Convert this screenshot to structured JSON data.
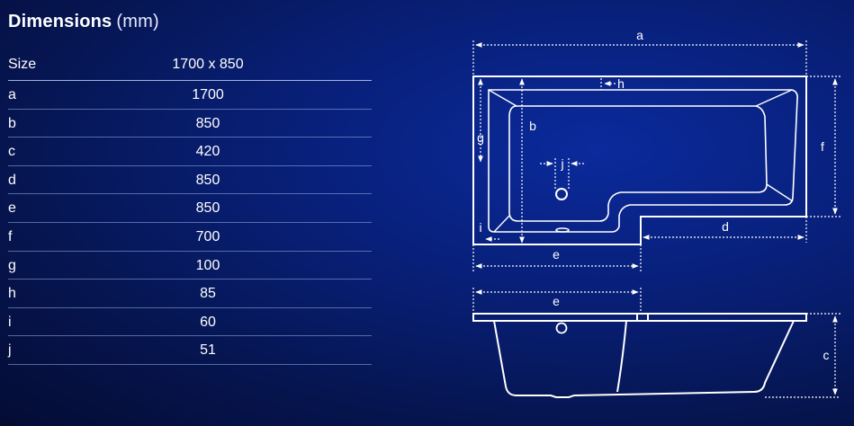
{
  "title": {
    "main": "Dimensions",
    "unit": "(mm)"
  },
  "table": {
    "header": {
      "key": "Size",
      "value": "1700 x 850"
    },
    "rows": [
      {
        "key": "a",
        "value": "1700"
      },
      {
        "key": "b",
        "value": "850"
      },
      {
        "key": "c",
        "value": "420"
      },
      {
        "key": "d",
        "value": "850"
      },
      {
        "key": "e",
        "value": "850"
      },
      {
        "key": "f",
        "value": "700"
      },
      {
        "key": "g",
        "value": "100"
      },
      {
        "key": "h",
        "value": "85"
      },
      {
        "key": "i",
        "value": "60"
      },
      {
        "key": "j",
        "value": "51"
      }
    ]
  },
  "diagram": {
    "labels": {
      "a": "a",
      "b": "b",
      "c": "c",
      "d": "d",
      "e_top": "e",
      "e_side": "e",
      "f": "f",
      "g": "g",
      "h": "h",
      "i": "i",
      "j": "j"
    },
    "colors": {
      "line": "#ffffff",
      "dim": "#ffffff"
    }
  }
}
